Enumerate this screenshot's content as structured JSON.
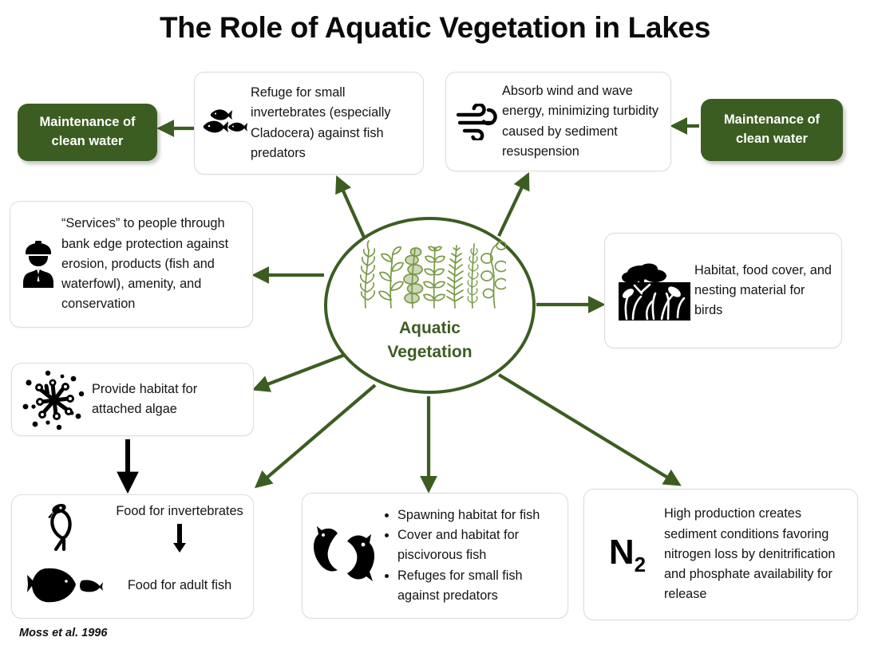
{
  "title": "The Role of Aquatic Vegetation in Lakes",
  "center": {
    "label_line1": "Aquatic",
    "label_line2": "Vegetation",
    "icon": "aquatic-plants-illustration",
    "color": "#3c5d22"
  },
  "credit": "Moss et al. 1996",
  "colors": {
    "green_dark": "#3c5d22",
    "green_plants": "#7a9a46",
    "card_border": "#dcdcdc",
    "text": "#141414",
    "background": "#ffffff"
  },
  "pills": [
    {
      "id": "pill-left",
      "line1": "Maintenance of",
      "line2": "clean water"
    },
    {
      "id": "pill-right",
      "line1": "Maintenance of",
      "line2": "clean water"
    }
  ],
  "cards": {
    "refuge": {
      "icon": "three-fish-icon",
      "text": "Refuge for small invertebrates (especially Cladocera) against fish predators"
    },
    "wind": {
      "icon": "wind-icon",
      "text": "Absorb wind and wave energy, minimizing turbidity caused by sediment resuspension"
    },
    "services": {
      "icon": "person-hardhat-icon",
      "text": "“Services” to people through bank edge protection against erosion, products (fish and waterfowl), amenity, and conservation"
    },
    "birds": {
      "icon": "tree-vegetation-icon",
      "text": "Habitat, food cover, and nesting material for birds"
    },
    "algae": {
      "icon": "attached-algae-icon",
      "text": "Provide habitat for attached algae"
    },
    "food": {
      "icon_invertebrate": "daphnia-invertebrate-icon",
      "icon_fish": "fish-eating-fish-icon",
      "text_top": "Food for invertebrates",
      "text_bottom": "Food for adult fish"
    },
    "spawn": {
      "icon": "two-fish-icon",
      "bullets": [
        "Spawning habitat for fish",
        "Cover and habitat for piscivorous fish",
        "Refuges for small fish against predators"
      ]
    },
    "n2": {
      "icon": "n2-molecule-label",
      "icon_text": "N",
      "icon_sub": "2",
      "text": "High production creates sediment conditions favoring nitrogen loss by denitrification and phosphate availability for release"
    }
  },
  "arrows": {
    "from_center": [
      "to-refuge-box",
      "to-wind-box",
      "to-services-box",
      "to-birds-box",
      "to-algae-box",
      "to-food-box",
      "to-spawn-box",
      "to-n2-box"
    ],
    "lateral": [
      "refuge-to-pill-left",
      "pill-right-to-wind"
    ],
    "vertical_black": [
      "algae-to-food",
      "invertebrates-to-adult-fish"
    ]
  }
}
